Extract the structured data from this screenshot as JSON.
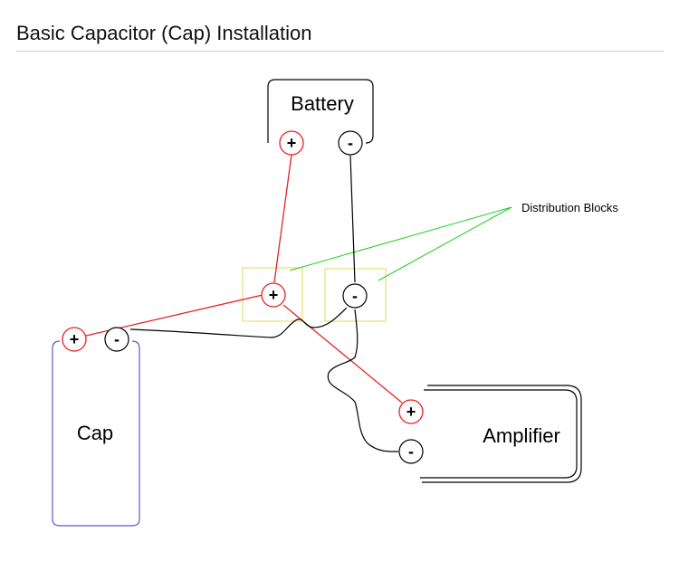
{
  "title": "Basic Capacitor (Cap) Installation",
  "components": {
    "battery": "Battery",
    "cap": "Cap",
    "amplifier": "Amplifier"
  },
  "terminals": {
    "positive": "+",
    "negative": "-"
  },
  "annotation": "Distribution Blocks",
  "colors": {
    "positive_wire": "#e52222",
    "negative_wire": "#000000",
    "pointer_line": "#22cc22",
    "distribution_block": "#e6e070",
    "cap_outline": "#6655cc",
    "title_rule": "#cfcfcf"
  }
}
